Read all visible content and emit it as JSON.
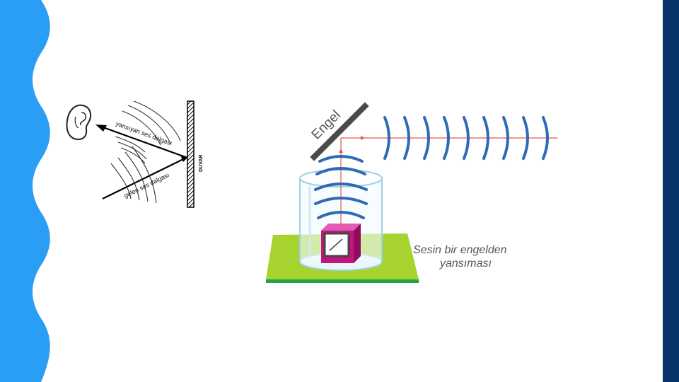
{
  "diagram_wall": {
    "reflected_label": "yansıyan ses dalgası",
    "incoming_label": "gelen ses dalgası",
    "wall_label": "DUVAR"
  },
  "diagram_obstacle": {
    "obstacle_label": "Engel",
    "caption_line1": "Sesin bir engelden",
    "caption_line2": "yansıması"
  },
  "colors": {
    "left_accent": "#2A9DF4",
    "right_bar": "#063468",
    "wave": "#2E6BB5",
    "platform": "#A6D32E",
    "box": "#C4147F",
    "ray": "#E8574A"
  }
}
